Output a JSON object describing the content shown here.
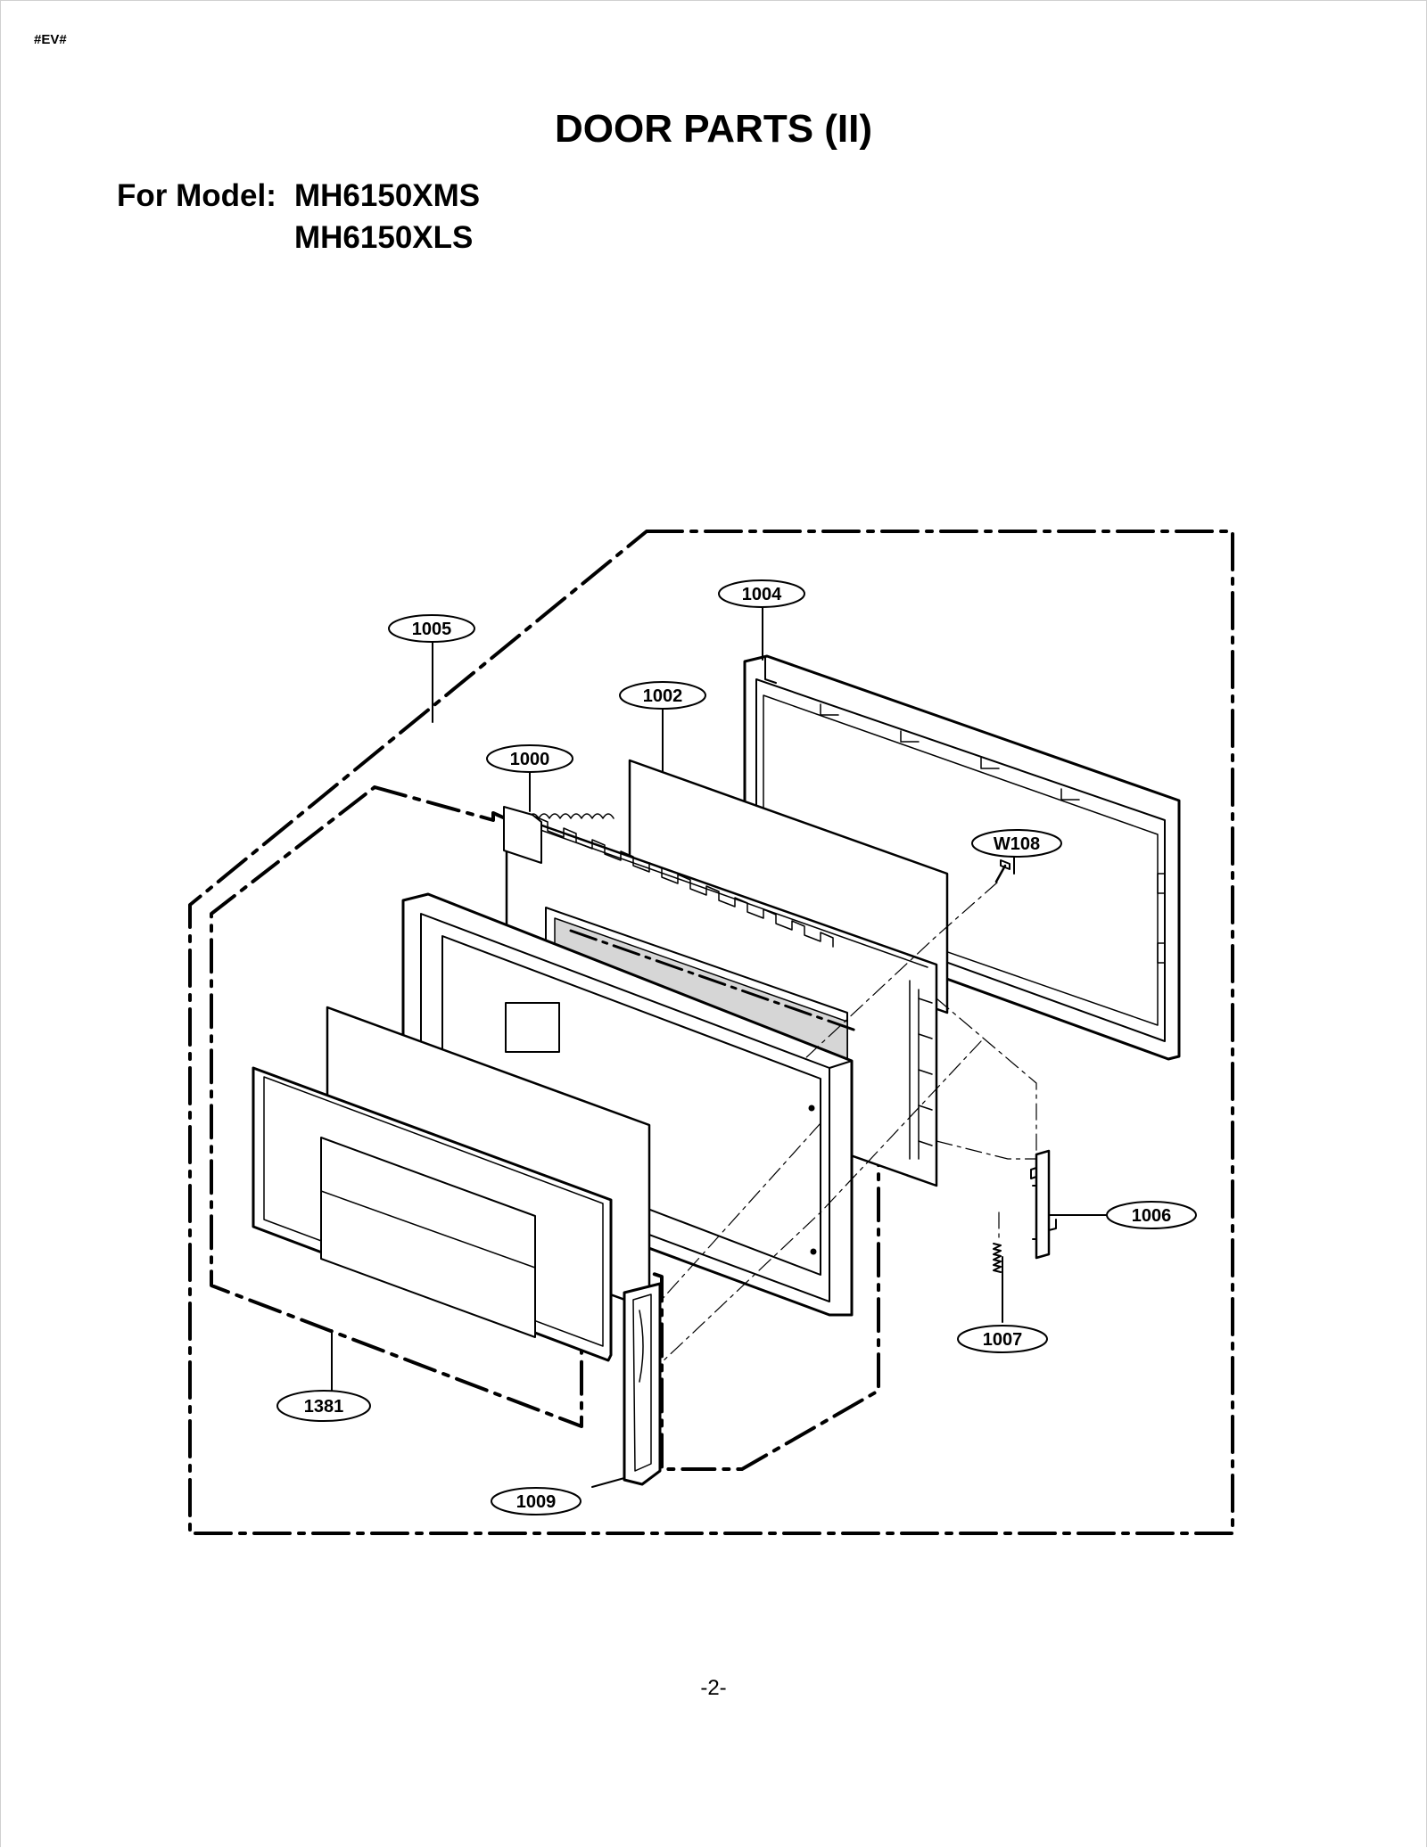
{
  "doc_code": "#EV#",
  "title": "DOOR PARTS (II)",
  "model_label": "For Model:",
  "models": [
    "MH6150XMS",
    "MH6150XLS"
  ],
  "page_number": "-2-",
  "callouts": {
    "c1005": "1005",
    "c1004": "1004",
    "c1002": "1002",
    "c1000": "1000",
    "cW108": "W108",
    "c1006": "1006",
    "c1007": "1007",
    "c1381": "1381",
    "c1009": "1009"
  }
}
